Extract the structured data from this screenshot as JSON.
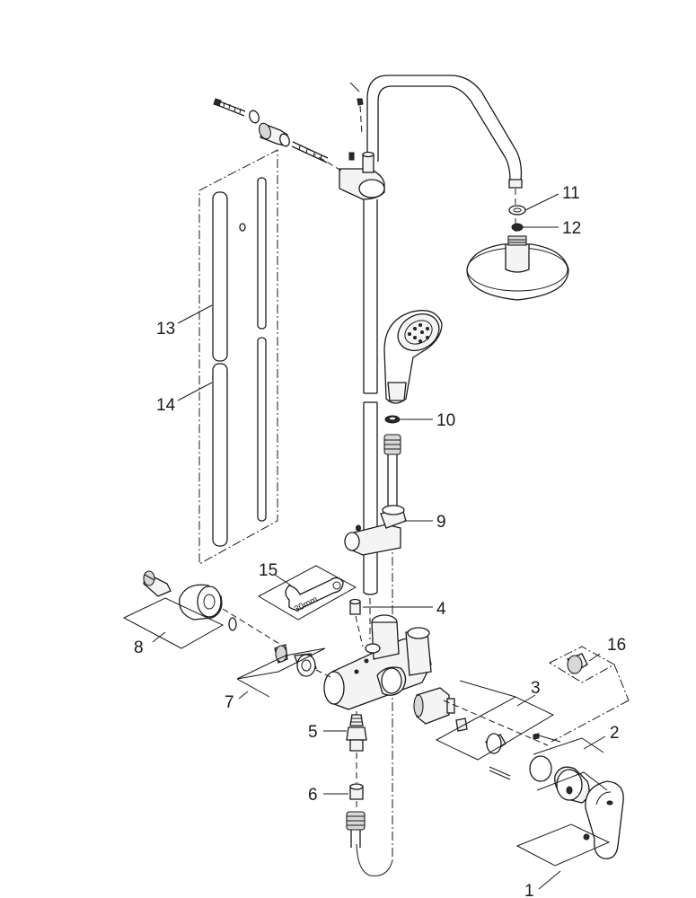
{
  "callouts": {
    "p1": "1",
    "p2": "2",
    "p3": "3",
    "p4": "4",
    "p5": "5",
    "p6": "6",
    "p7": "7",
    "p8": "8",
    "p9": "9",
    "p10": "10",
    "p11": "11",
    "p12": "12",
    "p13": "13",
    "p14": "14",
    "p15": "15",
    "p16": "16"
  },
  "tool_label": "30mm"
}
